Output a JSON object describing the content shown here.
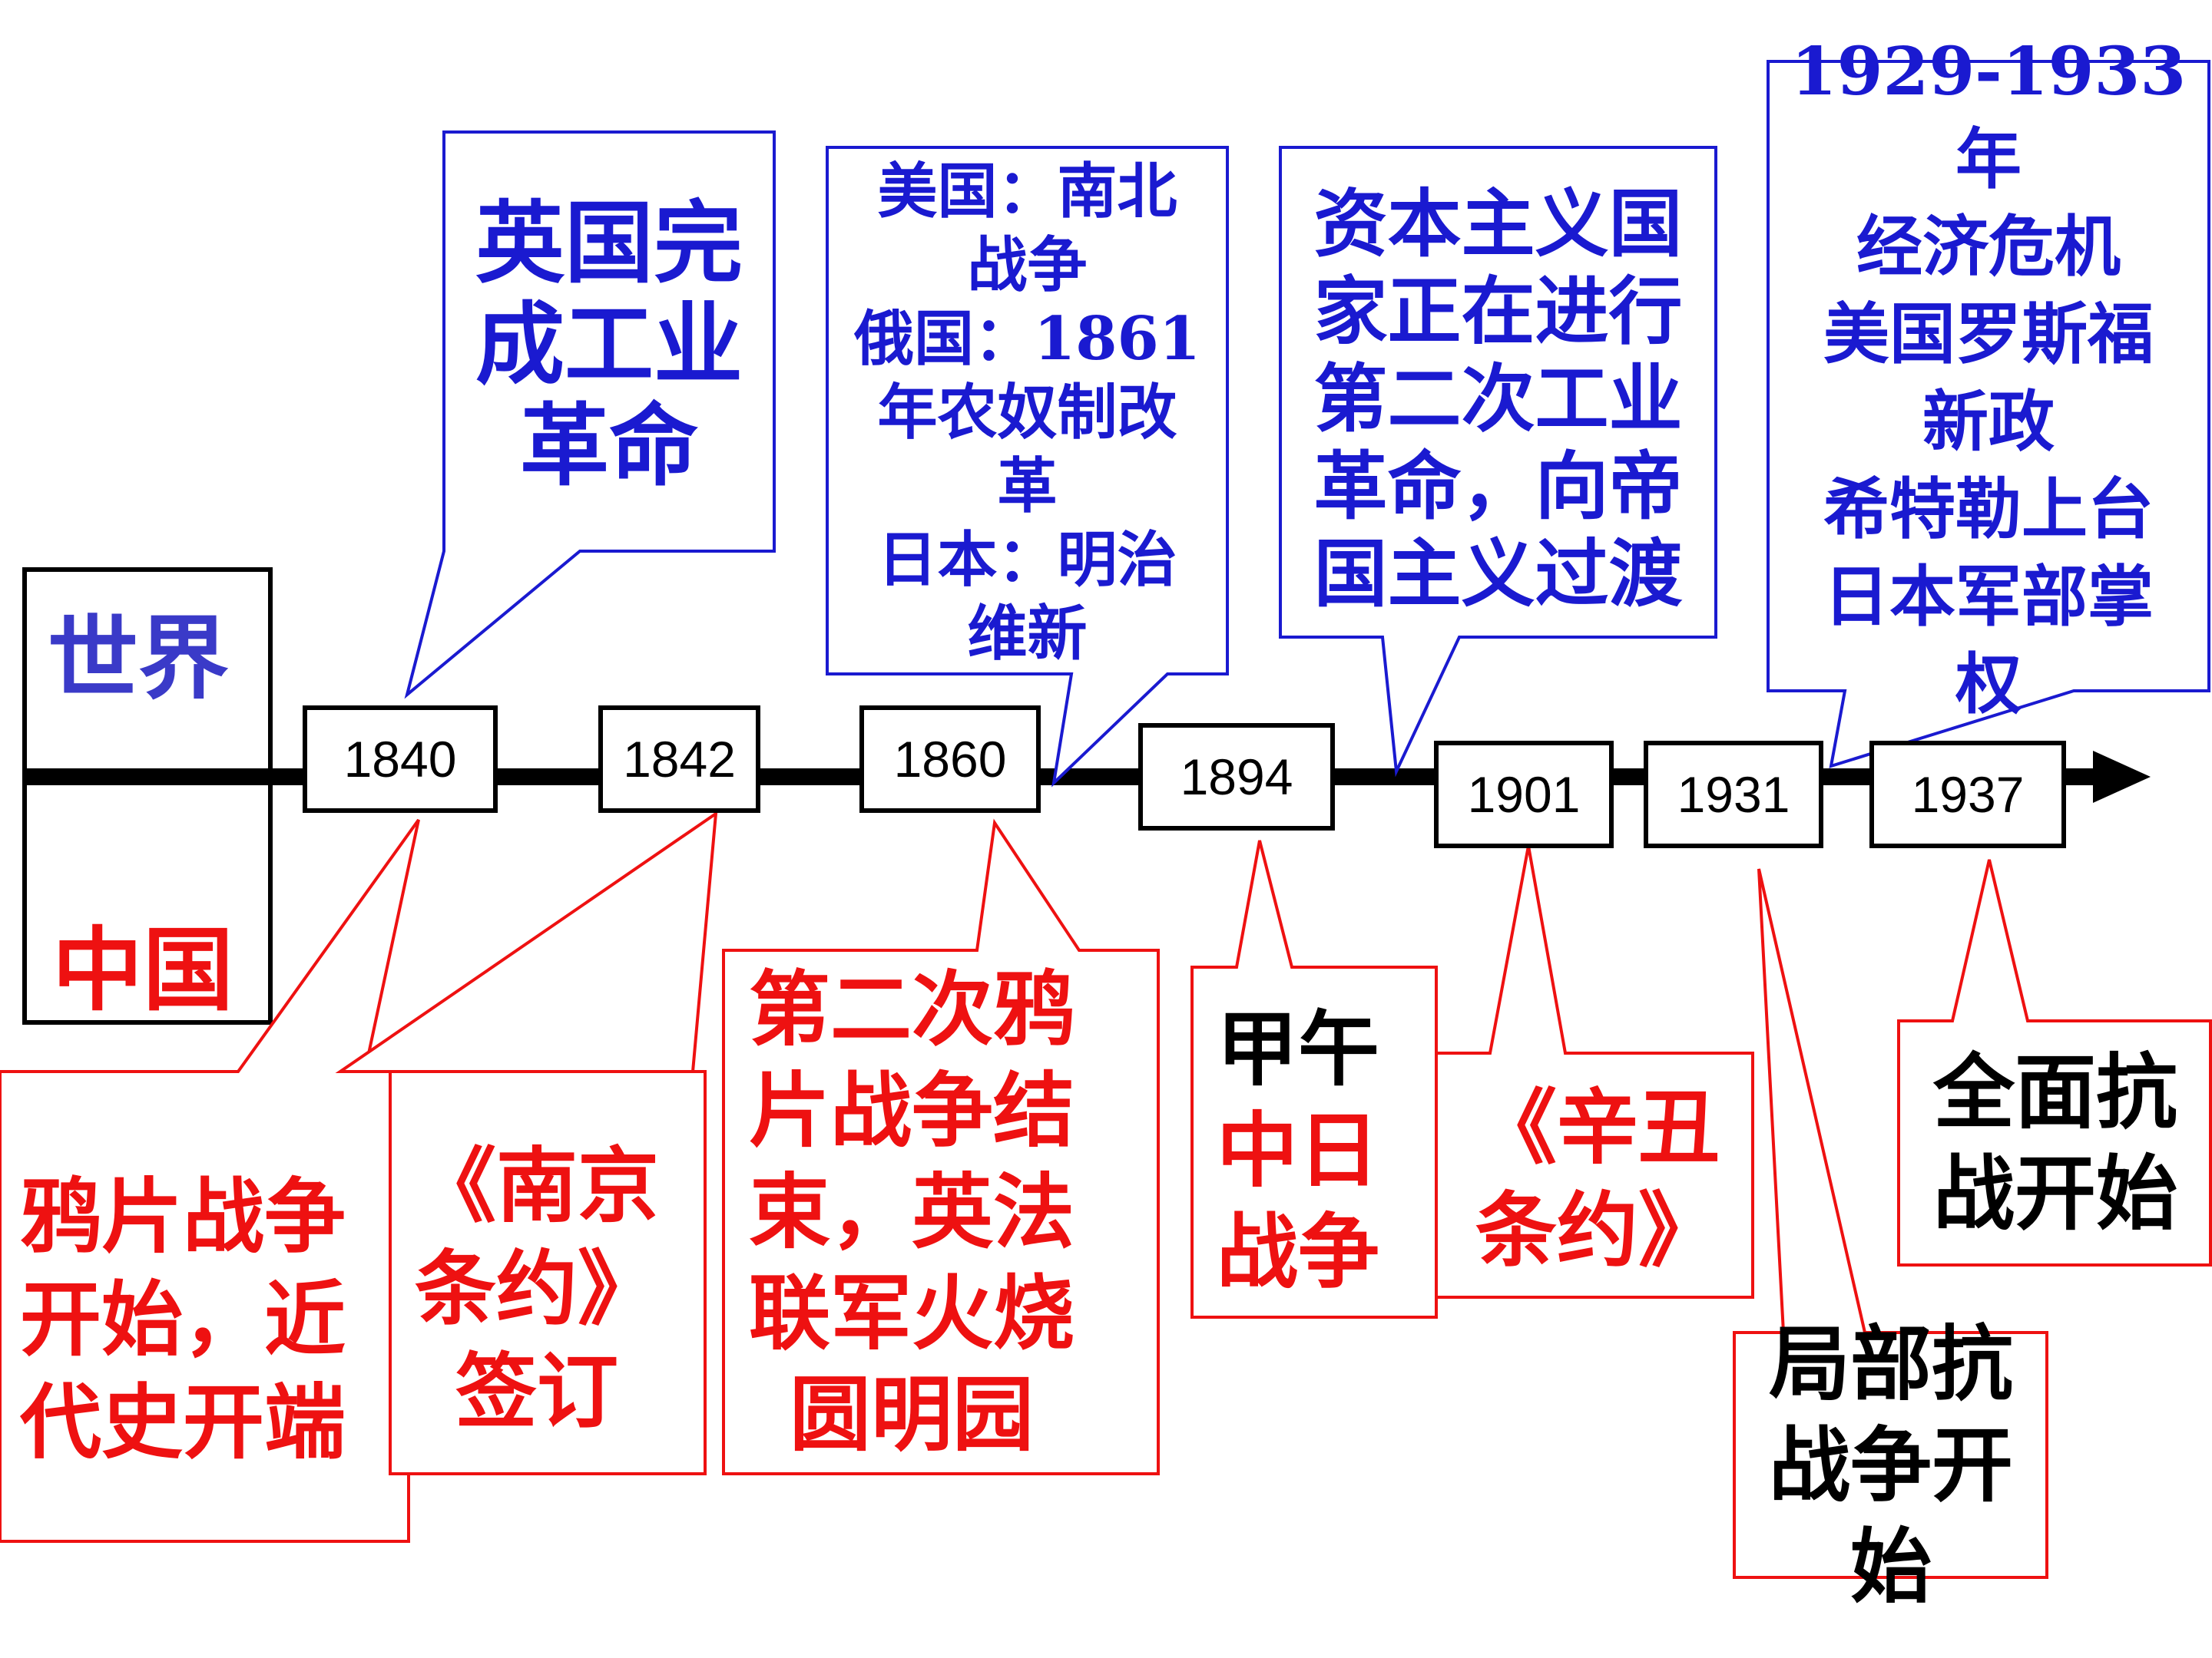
{
  "legend": {
    "world": "世界",
    "china": "中国",
    "world_color": "#3a3ac8",
    "china_color": "#ee1111"
  },
  "years": [
    "1840",
    "1842",
    "1860",
    "1894",
    "1901",
    "1931",
    "1937"
  ],
  "world_events": {
    "e1840": "英国完\n成工业\n革命",
    "e1860": "美国：南北\n战争\n俄国：1861\n年农奴制改\n革\n日本：明治\n维新",
    "e1901": "资本主义国\n家正在进行\n第二次工业\n革命，向帝\n国主义过渡",
    "e1931": {
      "title": "1929-1933年",
      "body": "经济危机\n美国罗斯福\n新政\n希特勒上台\n日本军部掌\n权"
    }
  },
  "china_events": {
    "e1840": "鸦片战争\n开始，近\n代史开端",
    "e1842": "《南京\n条约》\n签订",
    "e1860": "第二次鸦\n片战争结\n束，英法\n联军火烧\n圆明园",
    "e1894": {
      "line1": "甲午",
      "line2": "中日\n战争"
    },
    "e1901": "《辛丑\n条约》",
    "e1931": "局部抗\n战争开\n始",
    "e1937": "全面抗\n战开始"
  },
  "colors": {
    "world_border": "#1a1ad0",
    "world_text": "#1a1ad0",
    "china_border": "#ee1111",
    "china_text": "#ee1111",
    "axis": "#000000"
  }
}
